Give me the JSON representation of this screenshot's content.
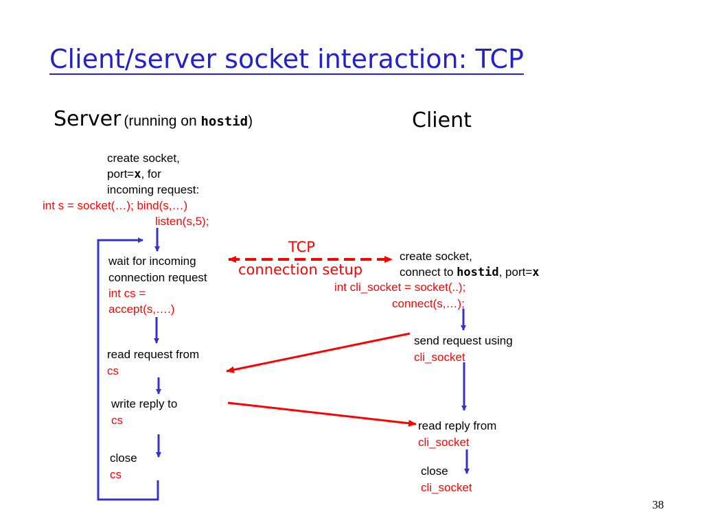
{
  "title": "Client/server socket interaction: TCP",
  "server_header": {
    "label": "Server",
    "paren_open": "(running on ",
    "host": "hostid",
    "paren_close": ")"
  },
  "client_header": "Client",
  "server": {
    "create_socket": {
      "line1": "create socket,",
      "line2_pre": "port=",
      "line2_var": "x",
      "line2_post": ", for",
      "line3": "incoming request:"
    },
    "socket_code": "int s = socket(…);  bind(s,…)",
    "listen_code": "listen(s,5);",
    "wait": {
      "line1": "wait for incoming",
      "line2": "connection request",
      "code1": "int cs =",
      "code2": "accept(s,….)"
    },
    "read": {
      "text": "read request from",
      "var": "cs"
    },
    "write": {
      "text": "write reply to",
      "var": "cs"
    },
    "close": {
      "text": "close",
      "var": "cs"
    }
  },
  "connection": {
    "line1": "TCP",
    "line2": "connection setup"
  },
  "client": {
    "create_socket": {
      "line1": "create socket,",
      "line2_pre": "connect to ",
      "line2_host": "hostid",
      "line2_mid": ", port=",
      "line2_var": "x"
    },
    "socket_code": "int cli_socket = socket(..);",
    "connect_code": "connect(s,…);",
    "send": {
      "text": "send request using",
      "var": "cli_socket"
    },
    "read": {
      "text": "read reply from",
      "var": "cli_socket"
    },
    "close": {
      "text": "close",
      "var": "cli_socket"
    }
  },
  "page_number": "38",
  "colors": {
    "title": "#2222c8",
    "flow_arrow": "#3333cc",
    "message_arrow": "#ff0000",
    "code": "#ff0000"
  }
}
